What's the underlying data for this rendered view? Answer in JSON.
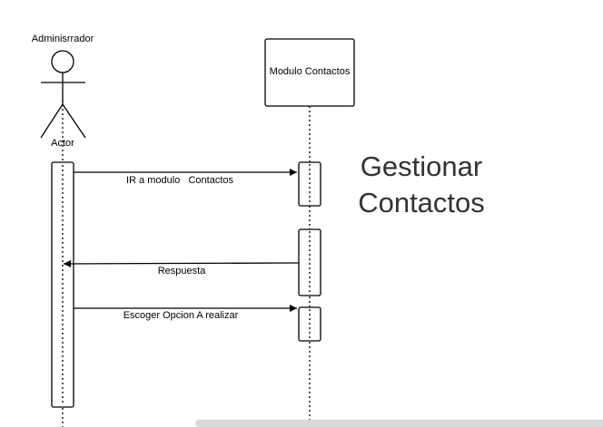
{
  "diagram": {
    "type": "sequence",
    "actor_role": "Adminisrrador",
    "actor_name": "Actor",
    "module_name": "Modulo Contactos",
    "title_line1": "Gestionar",
    "title_line2": "Contactos",
    "messages": [
      {
        "label": "IR a modulo   Contactos",
        "direction": "right"
      },
      {
        "label": "Respuesta",
        "direction": "left"
      },
      {
        "label": "Escoger Opcion A realizar",
        "direction": "right"
      }
    ]
  },
  "colors": {
    "line": "#000000",
    "title_text": "#333333",
    "scrollbar": "#d9d9d9"
  }
}
